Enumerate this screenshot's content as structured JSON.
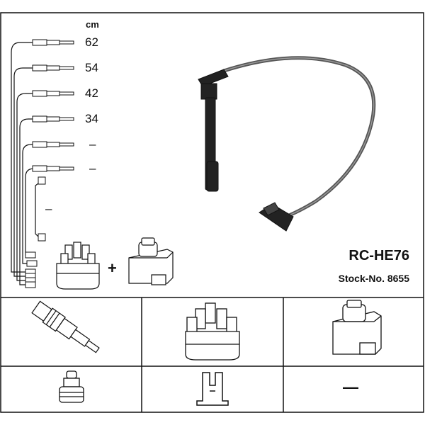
{
  "diagram": {
    "unit_label": "cm",
    "lead_lengths": [
      "62",
      "54",
      "42",
      "34",
      "–",
      "–"
    ],
    "coil_lead_length": "–",
    "plus_sign": "+",
    "product_code": "RC-HE76",
    "stock_number": "Stock-No. 8655",
    "bottom_right_value": "—",
    "colors": {
      "line": "#111111",
      "cable": "#555555",
      "background": "#ffffff"
    }
  }
}
